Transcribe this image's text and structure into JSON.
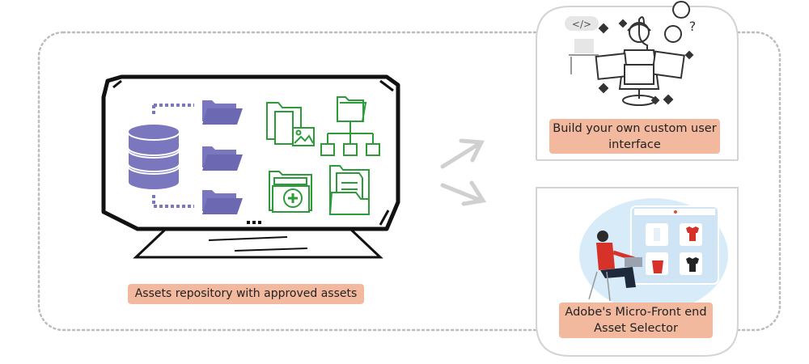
{
  "labels": {
    "repository": "Assets repository with approved assets",
    "custom_ui": "Build your own custom user interface",
    "micro_frontend": "Adobe's Micro-Front end Asset Selector"
  },
  "colors": {
    "label_bg": "#f2b99f",
    "database": "#7b77bf",
    "folder_green": "#2e9b3a",
    "outline": "#222222",
    "dotted_border": "#bdbdbd",
    "arrow": "#d0d0d0"
  },
  "icons": [
    "database-icon",
    "folder-icon",
    "image-folder-icon",
    "folder-tree-icon",
    "add-folder-icon",
    "document-folder-icon",
    "developer-illustration",
    "ui-designer-illustration",
    "arrow-up-right-icon",
    "arrow-down-right-icon"
  ]
}
